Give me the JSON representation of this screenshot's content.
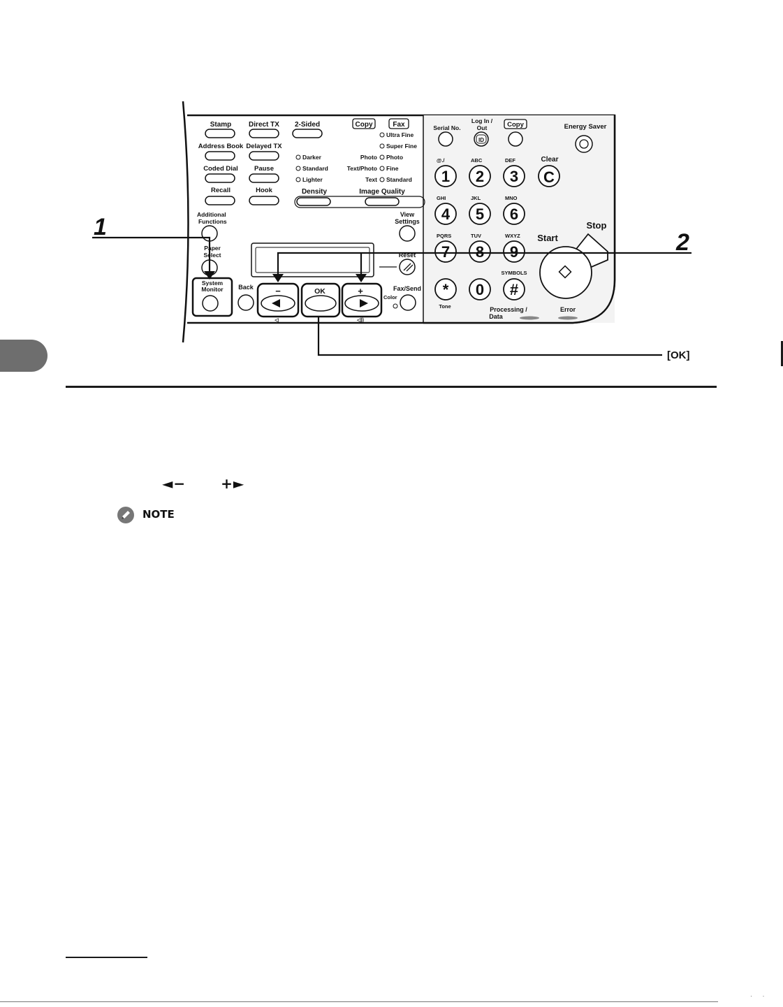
{
  "panel": {
    "stamp": "Stamp",
    "direct_tx": "Direct TX",
    "two_sided": "2-Sided",
    "copy_mode": "Copy",
    "fax_mode": "Fax",
    "ultra_fine": "Ultra Fine",
    "super_fine": "Super Fine",
    "address_book": "Address Book",
    "delayed_tx": "Delayed TX",
    "darker": "Darker",
    "photo_left": "Photo",
    "photo_right": "Photo",
    "coded_dial": "Coded Dial",
    "pause": "Pause",
    "standard_density": "Standard",
    "text_photo": "Text/Photo",
    "fine": "Fine",
    "recall": "Recall",
    "hook": "Hook",
    "lighter": "Lighter",
    "text_label": "Text",
    "standard_quality": "Standard",
    "density": "Density",
    "image_quality": "Image Quality",
    "additional_line1": "Additional",
    "additional_line2": "Functions",
    "view_line1": "View",
    "view_line2": "Settings",
    "paper_line1": "Paper",
    "paper_line2": "Select",
    "system_line1": "System",
    "system_line2": "Monitor",
    "back": "Back",
    "minus": "−",
    "ok": "OK",
    "plus": "+",
    "fax_send": "Fax/Send",
    "color": "Color",
    "reset": "Reset",
    "serial_no": "Serial No.",
    "login_line1": "Log In /",
    "login_line2": "Out",
    "id": "ID",
    "copy_key": "Copy",
    "energy_saver": "Energy Saver",
    "clear": "Clear",
    "clear_key": "C",
    "start": "Start",
    "stop": "Stop",
    "tone": "Tone",
    "symbols": "SYMBOLS",
    "processing_line1": "Processing /",
    "processing_line2": "Data",
    "error": "Error",
    "keypad": [
      {
        "digit": "1",
        "letters": "@./"
      },
      {
        "digit": "2",
        "letters": "ABC"
      },
      {
        "digit": "3",
        "letters": "DEF"
      },
      {
        "digit": "4",
        "letters": "GHI"
      },
      {
        "digit": "5",
        "letters": "JKL"
      },
      {
        "digit": "6",
        "letters": "MNO"
      },
      {
        "digit": "7",
        "letters": "PQRS"
      },
      {
        "digit": "8",
        "letters": "TUV"
      },
      {
        "digit": "9",
        "letters": "WXYZ"
      },
      {
        "digit": "*",
        "letters": ""
      },
      {
        "digit": "0",
        "letters": ""
      },
      {
        "digit": "#",
        "letters": ""
      }
    ]
  },
  "callouts": {
    "step1": "1",
    "step2": "2",
    "ok": "[OK]"
  },
  "body": {
    "arrow_left": "◄−",
    "arrow_right": "+►",
    "note": "NOTE"
  }
}
